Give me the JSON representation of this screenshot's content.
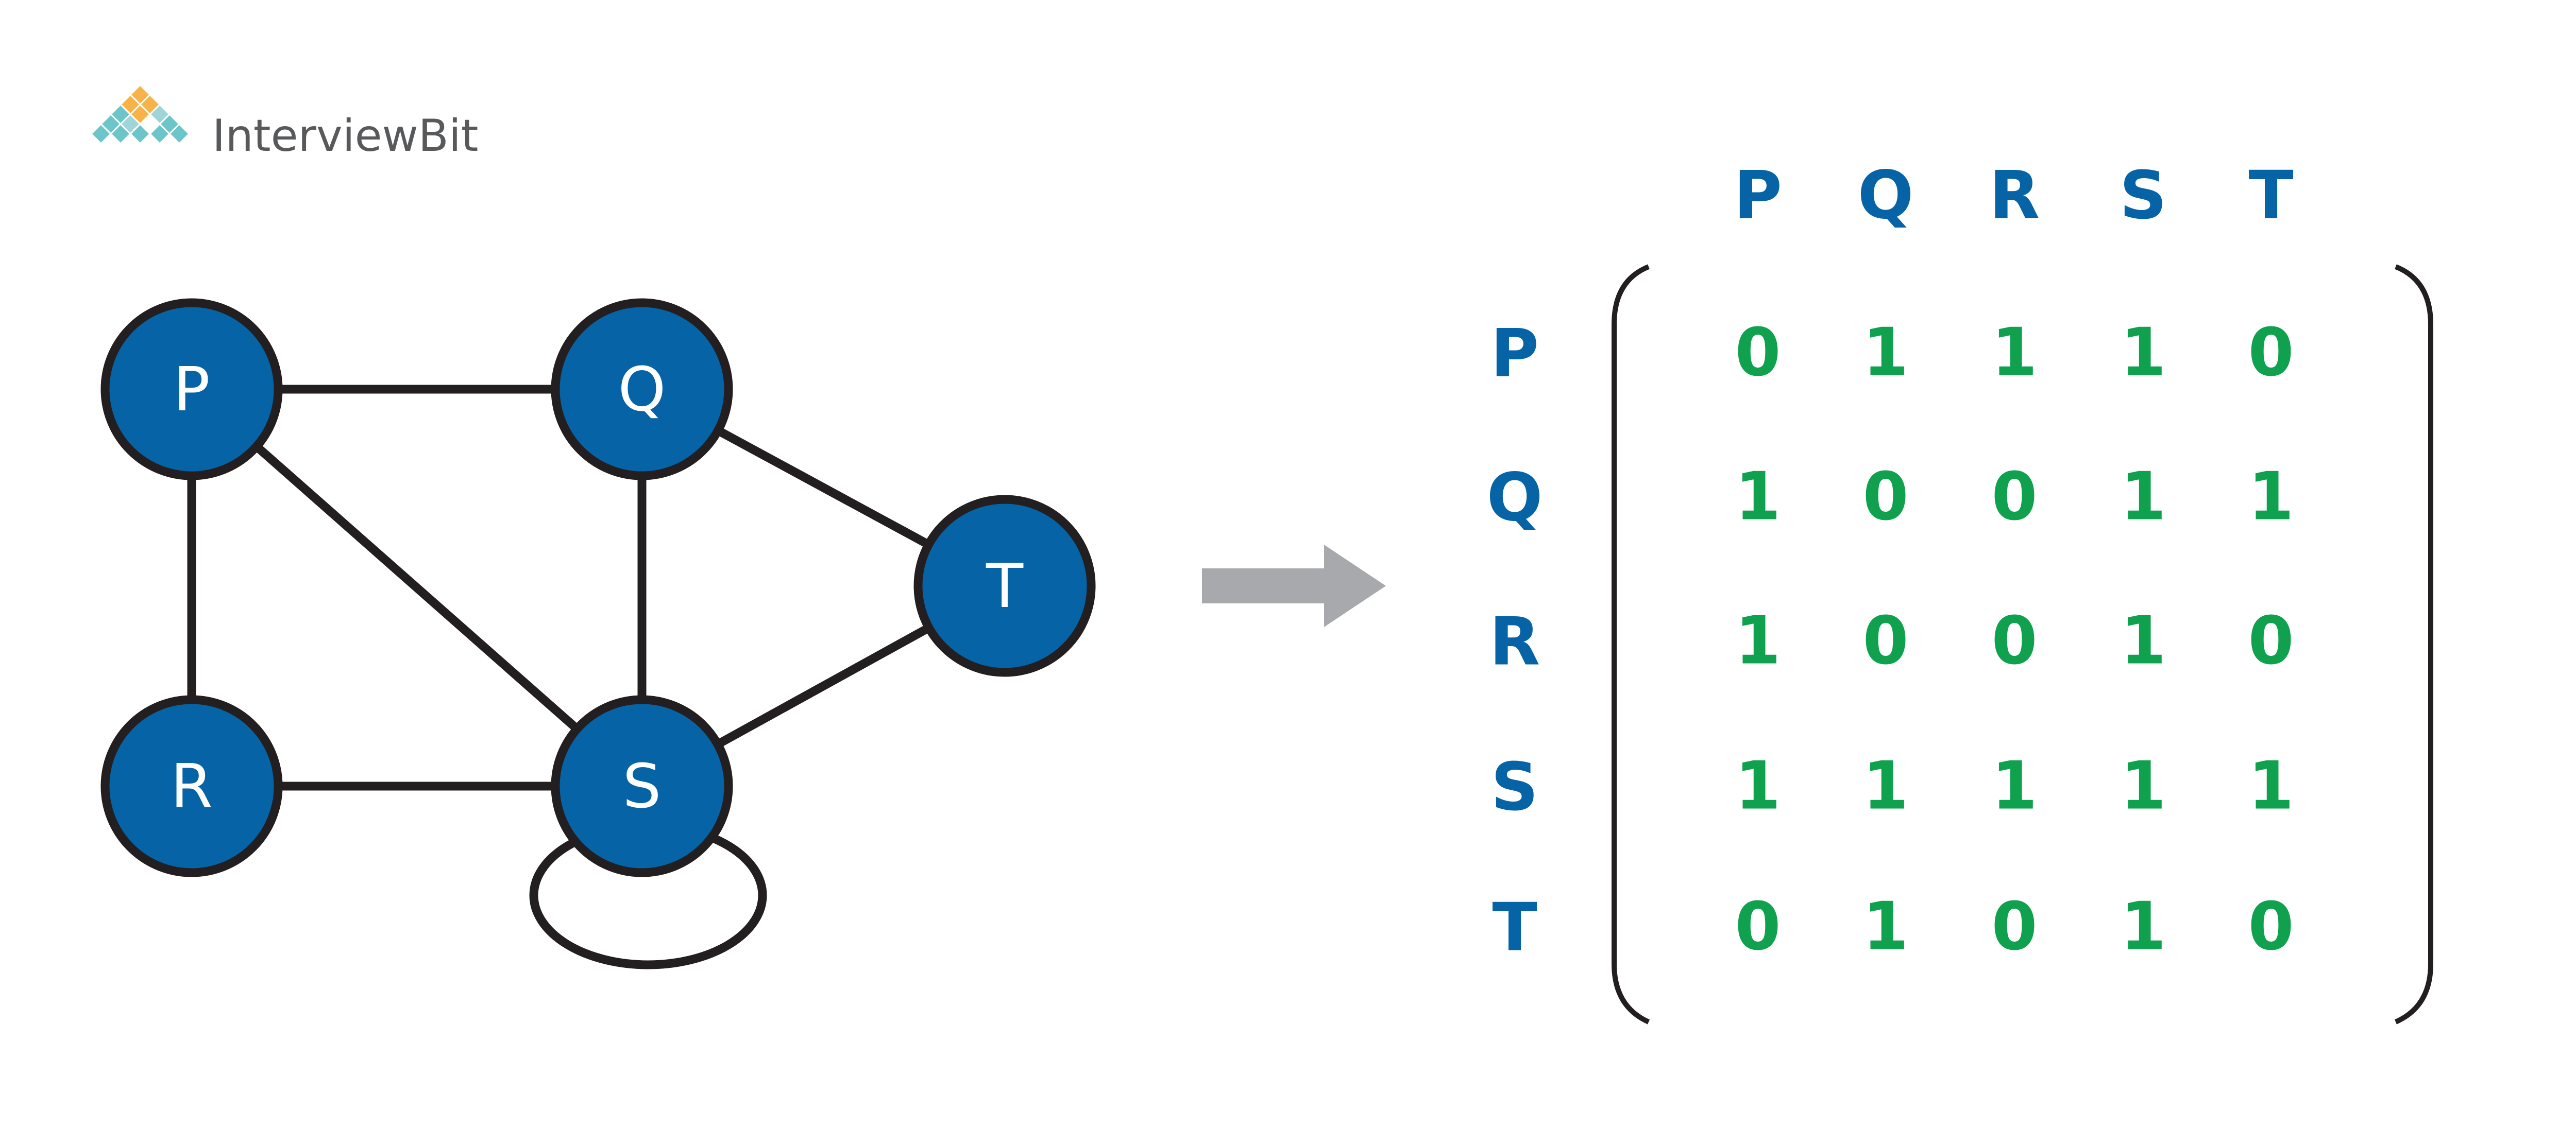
{
  "branding": {
    "logo_text": "InterviewBit",
    "logo_colors": [
      "#6cc5c9",
      "#f7b24a",
      "#9fd5d8",
      "#ffffff"
    ]
  },
  "colors": {
    "node_fill": "#0563a6",
    "node_stroke": "#231f20",
    "header_text": "#0563a6",
    "cell_text": "#0fa14e",
    "arrow": "#a7a9ac"
  },
  "graph": {
    "nodes": [
      {
        "id": "P",
        "label": "P"
      },
      {
        "id": "Q",
        "label": "Q"
      },
      {
        "id": "R",
        "label": "R"
      },
      {
        "id": "S",
        "label": "S"
      },
      {
        "id": "T",
        "label": "T"
      }
    ],
    "edges": [
      [
        "P",
        "Q"
      ],
      [
        "P",
        "R"
      ],
      [
        "P",
        "S"
      ],
      [
        "Q",
        "S"
      ],
      [
        "Q",
        "T"
      ],
      [
        "R",
        "S"
      ],
      [
        "S",
        "T"
      ],
      [
        "S",
        "S"
      ]
    ]
  },
  "matrix": {
    "column_headers": [
      "P",
      "Q",
      "R",
      "S",
      "T"
    ],
    "row_headers": [
      "P",
      "Q",
      "R",
      "S",
      "T"
    ],
    "rows": [
      [
        "0",
        "1",
        "1",
        "1",
        "0"
      ],
      [
        "1",
        "0",
        "0",
        "1",
        "1"
      ],
      [
        "1",
        "0",
        "0",
        "1",
        "0"
      ],
      [
        "1",
        "1",
        "1",
        "1",
        "1"
      ],
      [
        "0",
        "1",
        "0",
        "1",
        "0"
      ]
    ]
  }
}
